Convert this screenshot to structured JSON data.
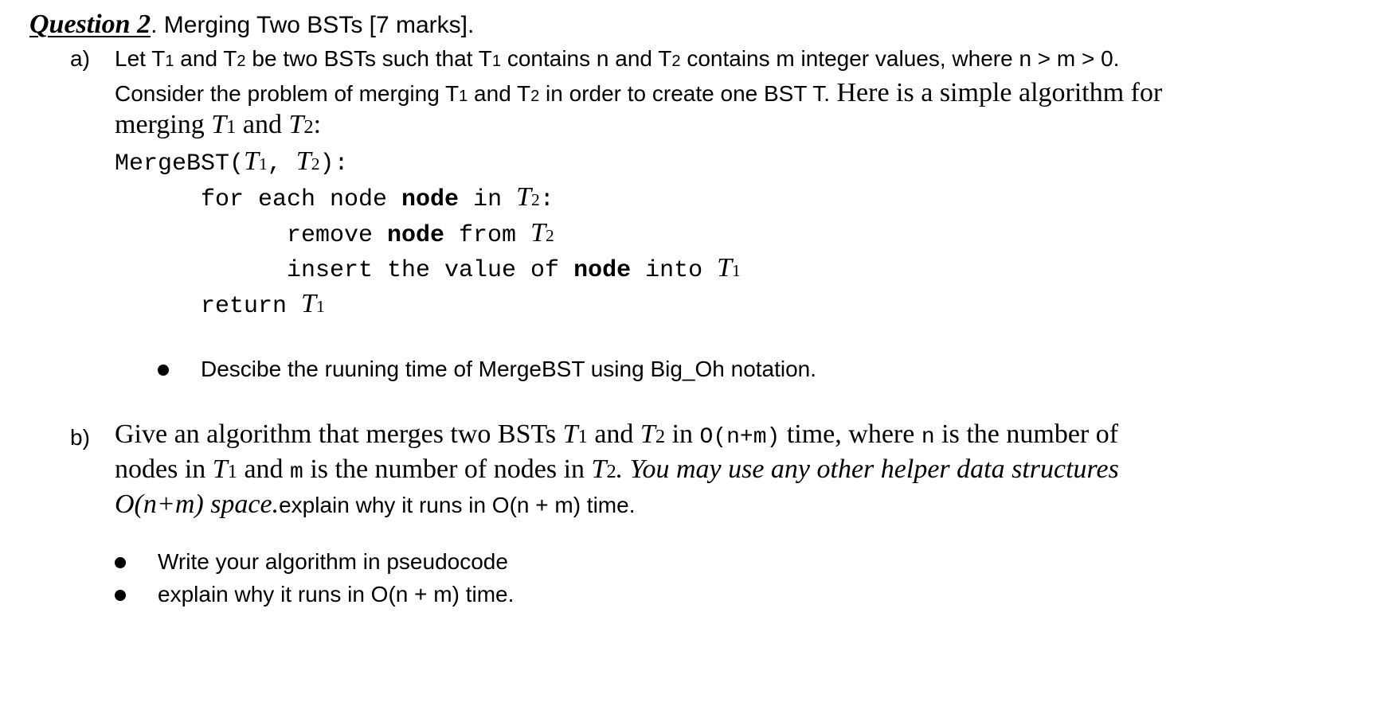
{
  "question": {
    "title": "Question 2",
    "heading_rest": ". Merging Two BSTs [7 marks]."
  },
  "part_a": {
    "label": "a)",
    "line1": {
      "t1": "Let T",
      "s1": "1",
      "t2": " and T",
      "s2": "2",
      "t3": " be two BSTs such that T",
      "s3": "1",
      "t4": " contains n and T",
      "s4": "2",
      "t5": " contains m integer values, where n > m > 0."
    },
    "line2": {
      "t1": "Consider the problem of merging T",
      "s1": "1",
      "t2": " and T",
      "s2": "2",
      "t3": " in order to create one BST T.",
      "t4": " Here is a simple algorithm for"
    },
    "line3": {
      "t1": "merging ",
      "v1": "T",
      "s1": "1",
      "t2": " and ",
      "v2": "T",
      "s2": "2",
      "t3": ":"
    },
    "code": {
      "sig": {
        "t1": "MergeBST(",
        "v1": "T",
        "s1": "1",
        "t2": ", ",
        "v2": "T",
        "s2": "2",
        "t3": "):"
      },
      "loop": {
        "t1": "for each node ",
        "kw": "node",
        "t2": " in ",
        "v": "T",
        "s": "2",
        "t3": ":"
      },
      "remove": {
        "t1": "remove ",
        "kw": "node",
        "t2": " from ",
        "v": "T",
        "s": "2"
      },
      "insert": {
        "t1": "insert the value of ",
        "kw": "node",
        "t2": " into ",
        "v": "T",
        "s": "1"
      },
      "ret": {
        "t1": "return ",
        "v": "T",
        "s": "1"
      }
    },
    "bullet": "Descibe the ruuning time of MergeBST using Big_Oh notation."
  },
  "part_b": {
    "label": "b)",
    "line1": {
      "t1": "Give an algorithm that merges two BSTs ",
      "v1": "T",
      "s1": "1",
      "t2": " and ",
      "v2": "T",
      "s2": "2",
      "t3": " in ",
      "c1": "O(n+m)",
      "t4": "  time, where ",
      "c2": "n",
      "t5": "  is the number of"
    },
    "line2": {
      "t1": "nodes in ",
      "v1": "T",
      "s1": "1",
      "t2": " and ",
      "c1": "m",
      "t3": "  is the number of nodes in ",
      "v2": "T",
      "s2": "2",
      "t4": ". You may use any other helper data structures"
    },
    "line3": {
      "t1": "O(n+m) space.",
      "t2": "explain why it runs in O(n + m) time."
    },
    "bullets": [
      "Write your algorithm in pseudocode",
      "explain why it runs in O(n + m) time."
    ]
  }
}
